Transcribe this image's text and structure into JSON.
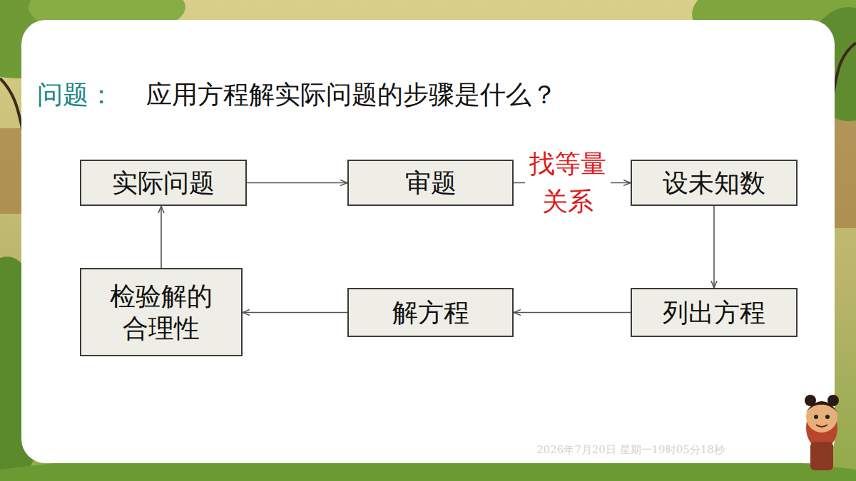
{
  "diagram": {
    "title": "应用方程解实际问题的步骤是什么？",
    "nodes": [
      {
        "text": [
          "实际问题"
        ]
      },
      {
        "text": [
          "审题"
        ]
      },
      {
        "text": [
          "设未知数"
        ]
      },
      {
        "text": [
          "列出方程"
        ]
      },
      {
        "text": [
          "解方程"
        ]
      },
      {
        "text": [
          "检验解的合理性"
        ]
      }
    ],
    "edges": [
      {
        "from": 0,
        "to": 1,
        "arrow": "to"
      },
      {
        "from": 1,
        "to": 2,
        "label": "找等量 关系",
        "arrow": "to"
      },
      {
        "from": 2,
        "to": 3,
        "arrow": "to"
      },
      {
        "from": 3,
        "to": 4,
        "arrow": "to"
      },
      {
        "from": 4,
        "to": 5,
        "arrow": "to"
      },
      {
        "from": 5,
        "to": 0,
        "arrow": "to"
      }
    ],
    "labels": [
      "问题：",
      "2026年7月20日 星期一19时05分18秒"
    ]
  }
}
